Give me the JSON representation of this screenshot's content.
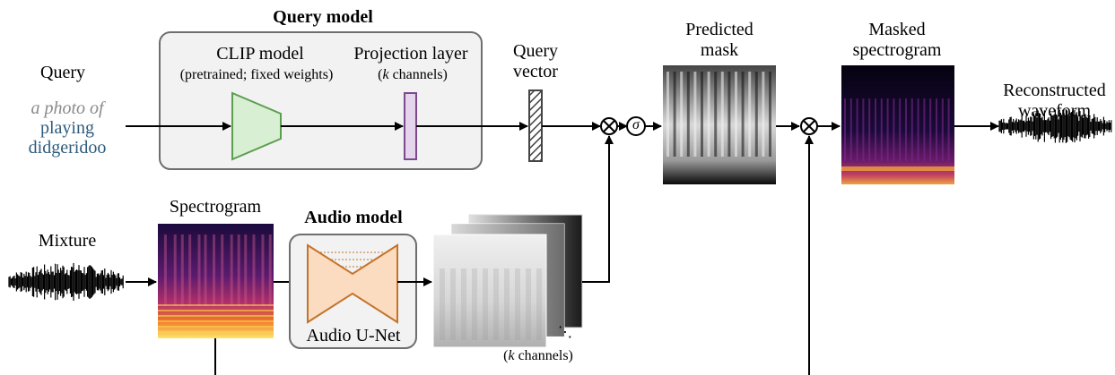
{
  "query_model": {
    "title": "Query model",
    "clip_label": "CLIP model",
    "clip_sublabel": "(pretrained; fixed weights)",
    "projection_label": "Projection layer",
    "projection_sub_k": "k",
    "projection_sub_rest": " channels)"
  },
  "query": {
    "label": "Query",
    "text_line1": "a photo of",
    "text_line2": "playing",
    "text_line3": "didgeridoo"
  },
  "query_vector": {
    "line1": "Query",
    "line2": "vector"
  },
  "operators": {
    "multiply": "⊗",
    "sigma": "σ"
  },
  "predicted_mask": {
    "line1": "Predicted",
    "line2": "mask"
  },
  "masked_spectrogram": {
    "line1": "Masked",
    "line2": "spectrogram"
  },
  "reconstructed": {
    "line1": "Reconstructed",
    "line2": "waveform"
  },
  "mixture": {
    "label": "Mixture"
  },
  "spectrogram": {
    "label": "Spectrogram"
  },
  "audio_model": {
    "title": "Audio model",
    "unet_label": "Audio U-Net"
  },
  "channels": {
    "k": "k",
    "rest": " channels)",
    "ellipsis": "⋱"
  }
}
